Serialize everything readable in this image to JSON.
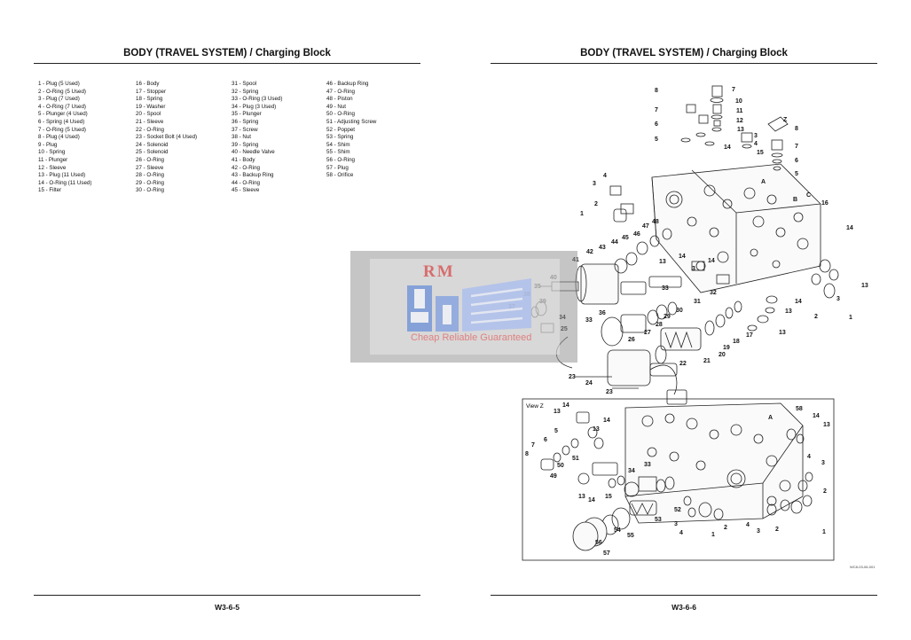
{
  "left_page": {
    "title": "BODY (TRAVEL SYSTEM) / Charging Block",
    "page_number": "W3-6-5",
    "parts_columns": [
      [
        "1 -   Plug (5 Used)",
        "2 -   O-Ring (5 Used)",
        "3 -   Plug (7 Used)",
        "4 -   O-Ring (7 Used)",
        "5 -   Plunger (4 Used)",
        "6 -   Spring (4 Used)",
        "7 -   O-Ring (5 Used)",
        "8 -   Plug (4 Used)",
        "9 -   Plug",
        "10 -  Spring",
        "11 -  Plunger",
        "12 -  Sleeve",
        "13 -  Plug (11 Used)",
        "14 -  O-Ring (11 Used)",
        "15 -  Filter"
      ],
      [
        "16 -  Body",
        "17 -  Stopper",
        "18 -  Spring",
        "19 -  Washer",
        "20 -  Spool",
        "21 -  Sleeve",
        "22 -  O-Ring",
        "23 -  Socket Bolt (4 Used)",
        "24 -  Solenoid",
        "25 -  Solenoid",
        "26 -  O-Ring",
        "27 -  Sleeve",
        "28 -  O-Ring",
        "29 -  O-Ring",
        "30 -  O-Ring"
      ],
      [
        "31 -  Spool",
        "32 -  Spring",
        "33 -  O-Ring (3 Used)",
        "34 -  Plug (3 Used)",
        "35 -  Plunger",
        "36 -  Spring",
        "37 -  Screw",
        "38 -  Nut",
        "39 -  Spring",
        "40 -  Needle Valve",
        "41 -  Body",
        "42 -  O-Ring",
        "43 -  Backup Ring",
        "44 -  O-Ring",
        "45 -  Sleeve"
      ],
      [
        "46 -  Backup Ring",
        "47 -  O-Ring",
        "48 -  Piston",
        "49 -  Nut",
        "50 -  O-Ring",
        "51 -  Adjusting Screw",
        "52 -  Poppet",
        "53 -  Spring",
        "54 -  Shim",
        "55 -  Shim",
        "56 -  O-Ring",
        "57 -  Plug",
        "58 -  Orifice"
      ]
    ]
  },
  "right_page": {
    "title": "BODY (TRAVEL SYSTEM) / Charging Block",
    "page_number": "W3-6-6",
    "view_label": "View Z",
    "drawing_ref": "WC8-03-06-001",
    "callouts_upper": [
      "8",
      "7",
      "6",
      "5",
      "7",
      "10",
      "11",
      "12",
      "13",
      "3",
      "4",
      "15",
      "14",
      "Z",
      "8",
      "7",
      "6",
      "5",
      "A",
      "B",
      "C",
      "16",
      "4",
      "3",
      "2",
      "1",
      "47",
      "48",
      "46",
      "45",
      "44",
      "43",
      "42",
      "41",
      "40",
      "35",
      "38",
      "39",
      "37",
      "36",
      "34",
      "33",
      "13",
      "14",
      "3",
      "14",
      "33",
      "32",
      "31",
      "30",
      "29",
      "28",
      "27",
      "26",
      "25",
      "14",
      "13",
      "3",
      "2",
      "1",
      "14",
      "13",
      "13",
      "17",
      "18",
      "19",
      "20",
      "21",
      "22",
      "23",
      "24",
      "23"
    ],
    "callouts_lower": [
      "14",
      "13",
      "14",
      "13",
      "5",
      "6",
      "7",
      "8",
      "51",
      "50",
      "49",
      "13",
      "14",
      "15",
      "34",
      "33",
      "52",
      "53",
      "54",
      "55",
      "56",
      "57",
      "3",
      "4",
      "1",
      "2",
      "4",
      "3",
      "2",
      "1",
      "58",
      "14",
      "13",
      "A",
      "4",
      "3",
      "2"
    ]
  },
  "watermark": {
    "brand": "RM",
    "tagline": "Cheap Reliable Guaranteed"
  }
}
